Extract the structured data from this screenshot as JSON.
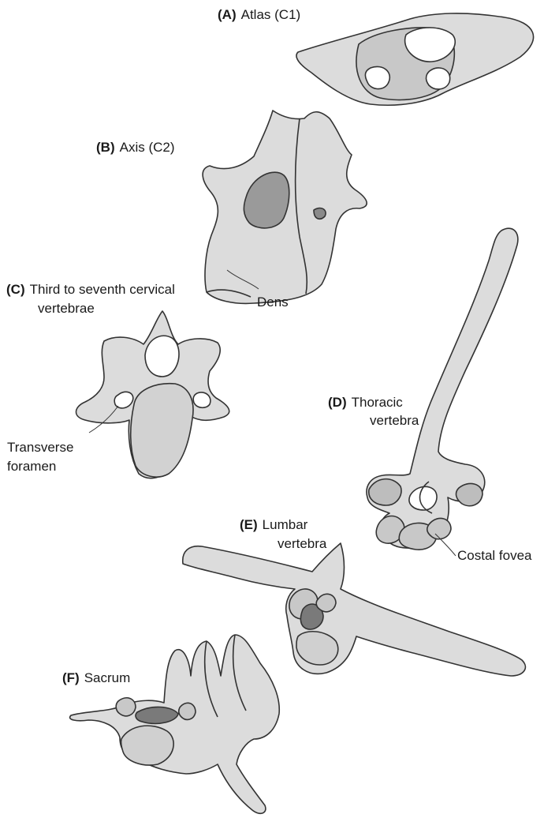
{
  "colors": {
    "bone": "#dcdcdc",
    "bone_dark": "#bdbdbd",
    "hole": "#8a8a8a",
    "outline": "#333333",
    "text": "#1a1a1a",
    "background": "#ffffff"
  },
  "panels": {
    "a": {
      "letter": "(A)",
      "name": "Atlas (C1)"
    },
    "b": {
      "letter": "(B)",
      "name": "Axis (C2)"
    },
    "c": {
      "letter": "(C)",
      "name_line1": "Third to seventh cervical",
      "name_line2": "vertebrae"
    },
    "d": {
      "letter": "(D)",
      "name_line1": "Thoracic",
      "name_line2": "vertebra"
    },
    "e": {
      "letter": "(E)",
      "name_line1": "Lumbar",
      "name_line2": "vertebra"
    },
    "f": {
      "letter": "(F)",
      "name": "Sacrum"
    }
  },
  "callouts": {
    "dens": "Dens",
    "transverse_foramen_line1": "Transverse",
    "transverse_foramen_line2": "foramen",
    "costal_fovea": "Costal fovea"
  }
}
